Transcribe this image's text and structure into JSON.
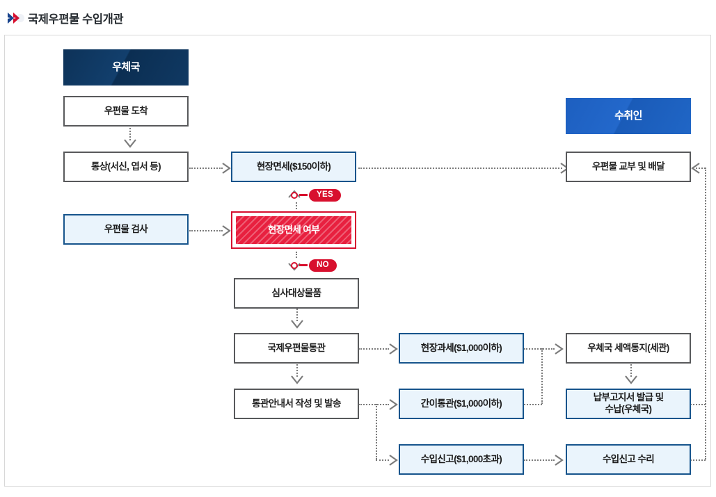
{
  "header": {
    "title": "국제우편물 수입개관",
    "icon": "double-chevron-right-icon"
  },
  "colors": {
    "navy": "#0d3258",
    "blue": "#2065c6",
    "box_blue_border": "#16548c",
    "box_blue_fill": "#eaf4fc",
    "red": "#d8102e",
    "gray_border": "#58595b"
  },
  "columns": {
    "post_office": {
      "header": "우체국",
      "nodes": [
        {
          "label": "우편물 도착",
          "style": "white"
        },
        {
          "label": "통상(서신, 엽서 등)",
          "style": "white"
        },
        {
          "label": "우편물 검사",
          "style": "blue"
        }
      ]
    },
    "customs": {
      "nodes": [
        {
          "label": "현장면세($150이하)",
          "style": "blue"
        },
        {
          "label": "현장면세 여부",
          "style": "red"
        },
        {
          "label": "심사대상물품",
          "style": "white"
        },
        {
          "label": "국제우편물통관",
          "style": "white"
        },
        {
          "label": "통관안내서 작성 및 발송",
          "style": "white"
        }
      ]
    },
    "clearance": {
      "nodes": [
        {
          "label": "현장과세($1,000이하)",
          "style": "blue"
        },
        {
          "label": "간이통관($1,000이하)",
          "style": "blue"
        },
        {
          "label": "수입신고($1,000초과)",
          "style": "blue"
        }
      ]
    },
    "recipient": {
      "header": "수취인",
      "nodes": [
        {
          "label": "우편물 교부 및 배달",
          "style": "white"
        },
        {
          "label": "우체국 세액통지(세관)",
          "style": "white"
        },
        {
          "label": "납부고지서 발급 및\n수납(우체국)",
          "style": "blue"
        },
        {
          "label": "수입신고 수리",
          "style": "blue"
        }
      ]
    }
  },
  "branches": {
    "yes": "YES",
    "no": "NO"
  }
}
